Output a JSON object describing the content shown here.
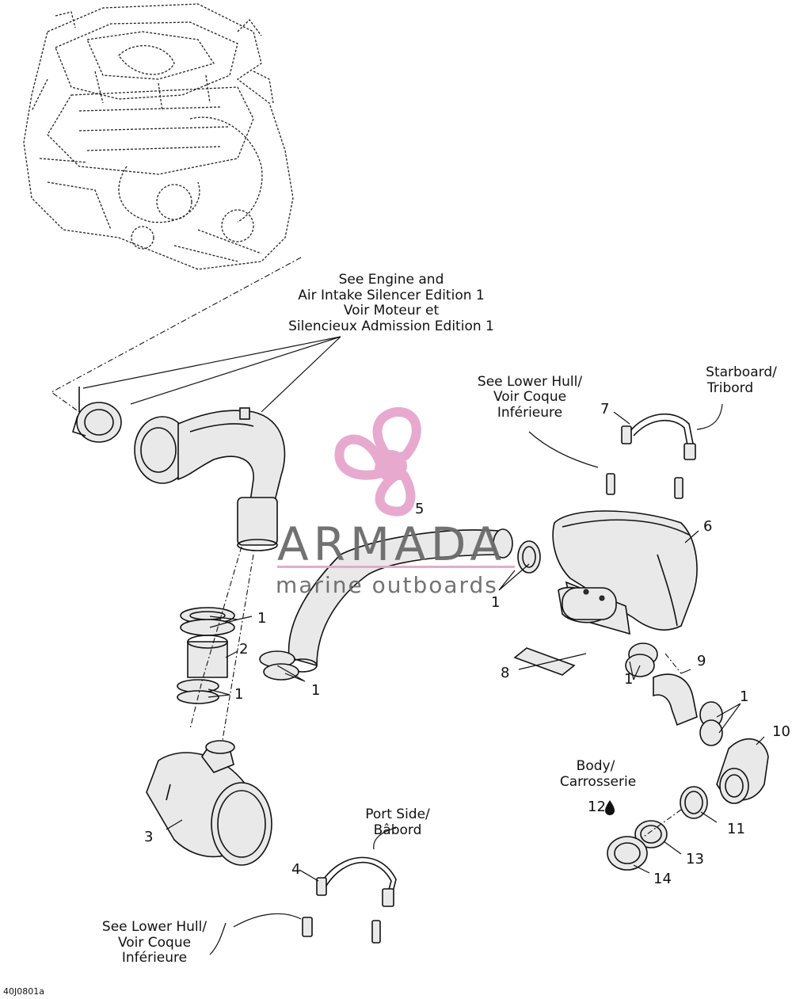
{
  "figure_id": "40J0801a",
  "watermark": {
    "brand": "ARMADA",
    "tagline": "marine outboards",
    "accent_color": "#e6a6cc",
    "text_color": "#6b6b6b"
  },
  "callouts": {
    "engine_ref": [
      "See Engine and",
      "Air Intake Silencer Edition 1",
      "Voir Moteur et",
      "Silencieux Admission Edition 1"
    ],
    "lower_hull_top": [
      "See Lower Hull/",
      "Voir Coque",
      "Inférieure"
    ],
    "starboard": [
      "Starboard/",
      "Tribord"
    ],
    "port_side": [
      "Port Side/",
      "Bâbord"
    ],
    "body": [
      "Body/",
      "Carrosserie"
    ],
    "lower_hull_bottom": [
      "See Lower Hull/",
      "Voir Coque",
      "Inférieure"
    ]
  },
  "part_labels": {
    "p1a": "1",
    "p1b": "1",
    "p1c": "1",
    "p1d": "1",
    "p1e": "1",
    "p1f": "1",
    "p2": "2",
    "p3": "3",
    "p4": "4",
    "p5": "5",
    "p6": "6",
    "p7": "7",
    "p8": "8",
    "p9": "9",
    "p10": "10",
    "p11": "11",
    "p12": "12",
    "p13": "13",
    "p14": "14"
  }
}
